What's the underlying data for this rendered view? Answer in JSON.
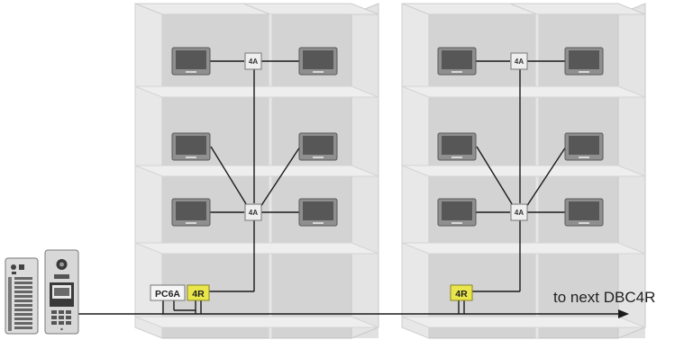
{
  "building_1": {
    "floor_distributor_label": "4A",
    "riser_distributor_label": "4A",
    "power_supply_label": "PC6A",
    "controller_label": "4R"
  },
  "building_2": {
    "floor_distributor_label": "4A",
    "riser_distributor_label": "4A",
    "controller_label": "4R"
  },
  "next_unit_note": "to next DBC4R",
  "colors": {
    "cabinet_fill": "#dcdcdc",
    "cabinet_edge": "#c6c6c6",
    "monitor_bezel": "#8a8a8a",
    "monitor_screen": "#555555",
    "controller_fill": "#e9e64b",
    "wire": "#1a1a1a"
  }
}
